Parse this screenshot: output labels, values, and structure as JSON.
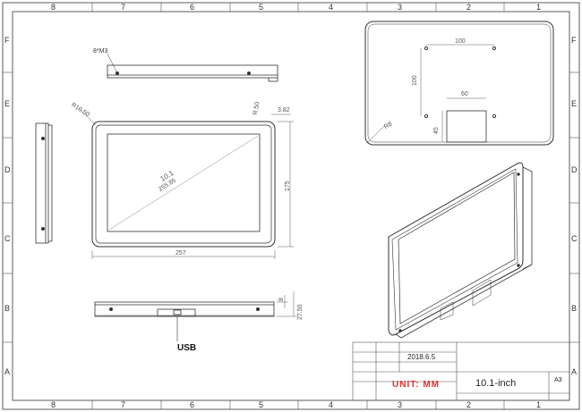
{
  "border": {
    "columns": [
      "8",
      "7",
      "6",
      "5",
      "4",
      "3",
      "2",
      "1"
    ],
    "rows": [
      "F",
      "E",
      "D",
      "C",
      "B",
      "A"
    ]
  },
  "front_view": {
    "mount_label": "8*M3",
    "corner_radius": "R10.50",
    "radius_small": "R.50",
    "bezel_offset": "3.82",
    "diagonal_inch": "10.1",
    "diagonal_mm": "255.85",
    "width": "257",
    "height": "175"
  },
  "side_view": {
    "thickness_small": "8",
    "thickness_total": "27.50",
    "port_label": "USB"
  },
  "back_view": {
    "vesa_h": "100",
    "vesa_v": "100",
    "bracket_w": "60",
    "bracket_h": "45",
    "corner_radius": "R8"
  },
  "title_block": {
    "date": "2018.6.5",
    "unit": "UNIT:  MM",
    "model": "10.1-inch",
    "sheet_size": "A3"
  }
}
